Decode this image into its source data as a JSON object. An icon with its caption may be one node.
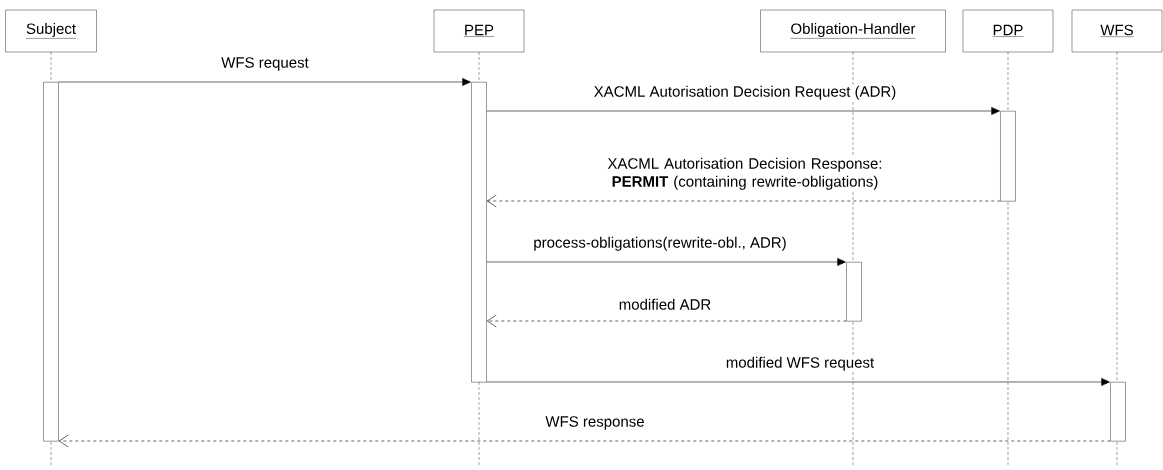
{
  "diagram": {
    "nodes": [
      {
        "text": [
          "Subject"
        ]
      },
      {
        "text": [
          "PEP"
        ]
      },
      {
        "text": [
          "Obligation-Handler"
        ]
      },
      {
        "text": [
          "PDP"
        ]
      },
      {
        "text": [
          "WFS"
        ]
      },
      {
        "text": [],
        "shape": "bar"
      },
      {
        "text": [],
        "shape": "bar"
      },
      {
        "text": [],
        "shape": "bar"
      },
      {
        "text": [],
        "shape": "bar"
      },
      {
        "text": [],
        "shape": "bar"
      }
    ],
    "edges": [
      {
        "from": 5,
        "to": 6,
        "arrow": "to",
        "label": "WFS request"
      },
      {
        "from": 6,
        "to": 8,
        "arrow": "to",
        "label": "XACML Autorisation Decision Request (ADR)"
      },
      {
        "from": 8,
        "to": 6,
        "arrow": "to",
        "style": "dashed",
        "label": "XACML Autorisation Decision Response: **PERMIT** (containing rewrite-obligations)"
      },
      {
        "from": 6,
        "to": 7,
        "arrow": "to",
        "label": "process-obligations(rewrite-obl., ADR)"
      },
      {
        "from": 7,
        "to": 6,
        "arrow": "to",
        "style": "dashed",
        "label": "modified ADR"
      },
      {
        "from": 6,
        "to": 9,
        "arrow": "to",
        "label": "modified WFS request"
      },
      {
        "from": 9,
        "to": 5,
        "arrow": "to",
        "style": "dashed",
        "label": "WFS response"
      }
    ]
  }
}
